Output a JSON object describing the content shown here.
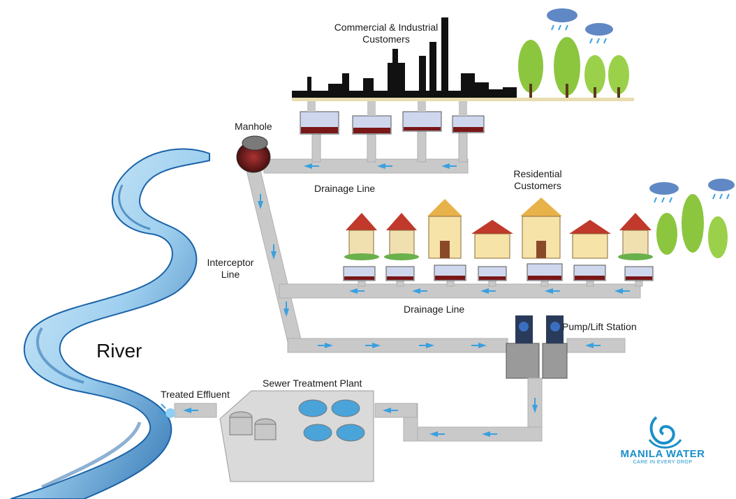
{
  "labels": {
    "commercial_line1": "Commercial & Industrial",
    "commercial_line2": "Customers",
    "manhole": "Manhole",
    "drainage_line_top": "Drainage Line",
    "residential_line1": "Residential",
    "residential_line2": "Customers",
    "interceptor_line1": "Interceptor",
    "interceptor_line2": "Line",
    "drainage_line_bottom": "Drainage Line",
    "pump_station": "Pump/Lift Station",
    "river": "River",
    "sewer_treatment_plant": "Sewer Treatment Plant",
    "treated_effluent": "Treated Effluent"
  },
  "brand": {
    "name": "MANILA WATER",
    "tagline": "CARE IN EVERY DROP"
  },
  "colors": {
    "pipe": "#c9c9c9",
    "pipe_edge": "#b0b0b0",
    "flow_arrow": "#3aa0e0",
    "river_light": "#cfe8f7",
    "river_dark": "#1b63a8",
    "tree": "#8cc63f",
    "brand": "#1a8fc9",
    "sludge": "#7a1717"
  },
  "icons": {
    "rain": "rain-cloud-icon",
    "tree": "tree-icon",
    "house": "house-icon",
    "factory": "factory-skyline-icon",
    "tank": "septic-tank-icon",
    "manhole": "manhole-icon",
    "pump": "pump-station-icon",
    "plant": "treatment-plant-icon"
  }
}
